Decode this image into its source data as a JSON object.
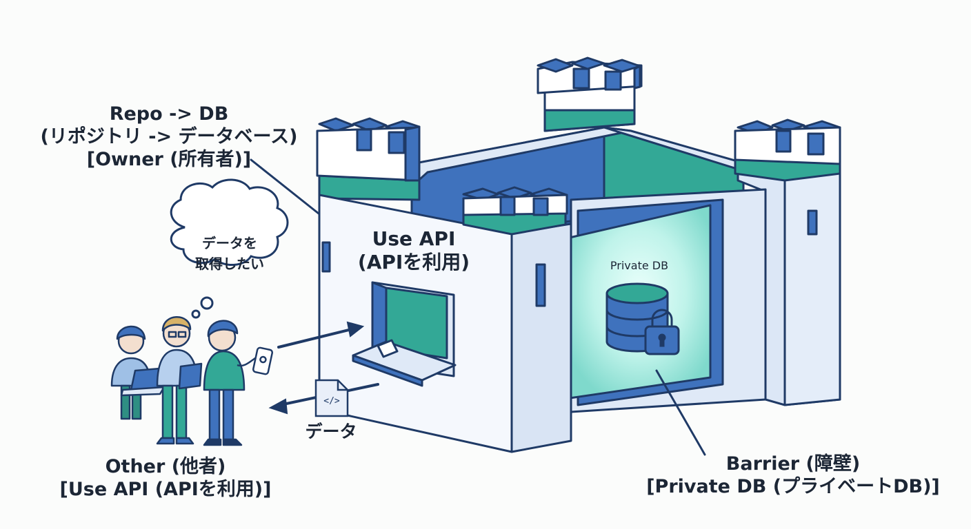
{
  "labels": {
    "repo": {
      "line1": "Repo -> DB",
      "line2": "(リポジトリ -> データベース)",
      "line3": "[Owner (所有者)]"
    },
    "other": {
      "line1": "Other (他者)",
      "line2": "[Use API (APIを利用)]"
    },
    "barrier": {
      "line1": "Barrier (障壁)",
      "line2": "[Private DB (プライベートDB)]"
    },
    "api": {
      "line1": "Use API",
      "line2": "(APIを利用)"
    },
    "db": "Private DB",
    "data": "データ",
    "bubble": {
      "line1": "データを",
      "line2": "取得したい"
    }
  },
  "icons": [
    "thought-bubble-icon",
    "laptop-icon",
    "tablet-icon",
    "phone-icon",
    "file-code-icon",
    "database-icon",
    "lock-icon"
  ],
  "colors": {
    "outline": "#1f3a66",
    "blue": "#3f72bd",
    "teal": "#33a896",
    "light_wall": "#e6eef9",
    "front_wall": "#f5f8fd",
    "glow": "#bff3ea"
  }
}
